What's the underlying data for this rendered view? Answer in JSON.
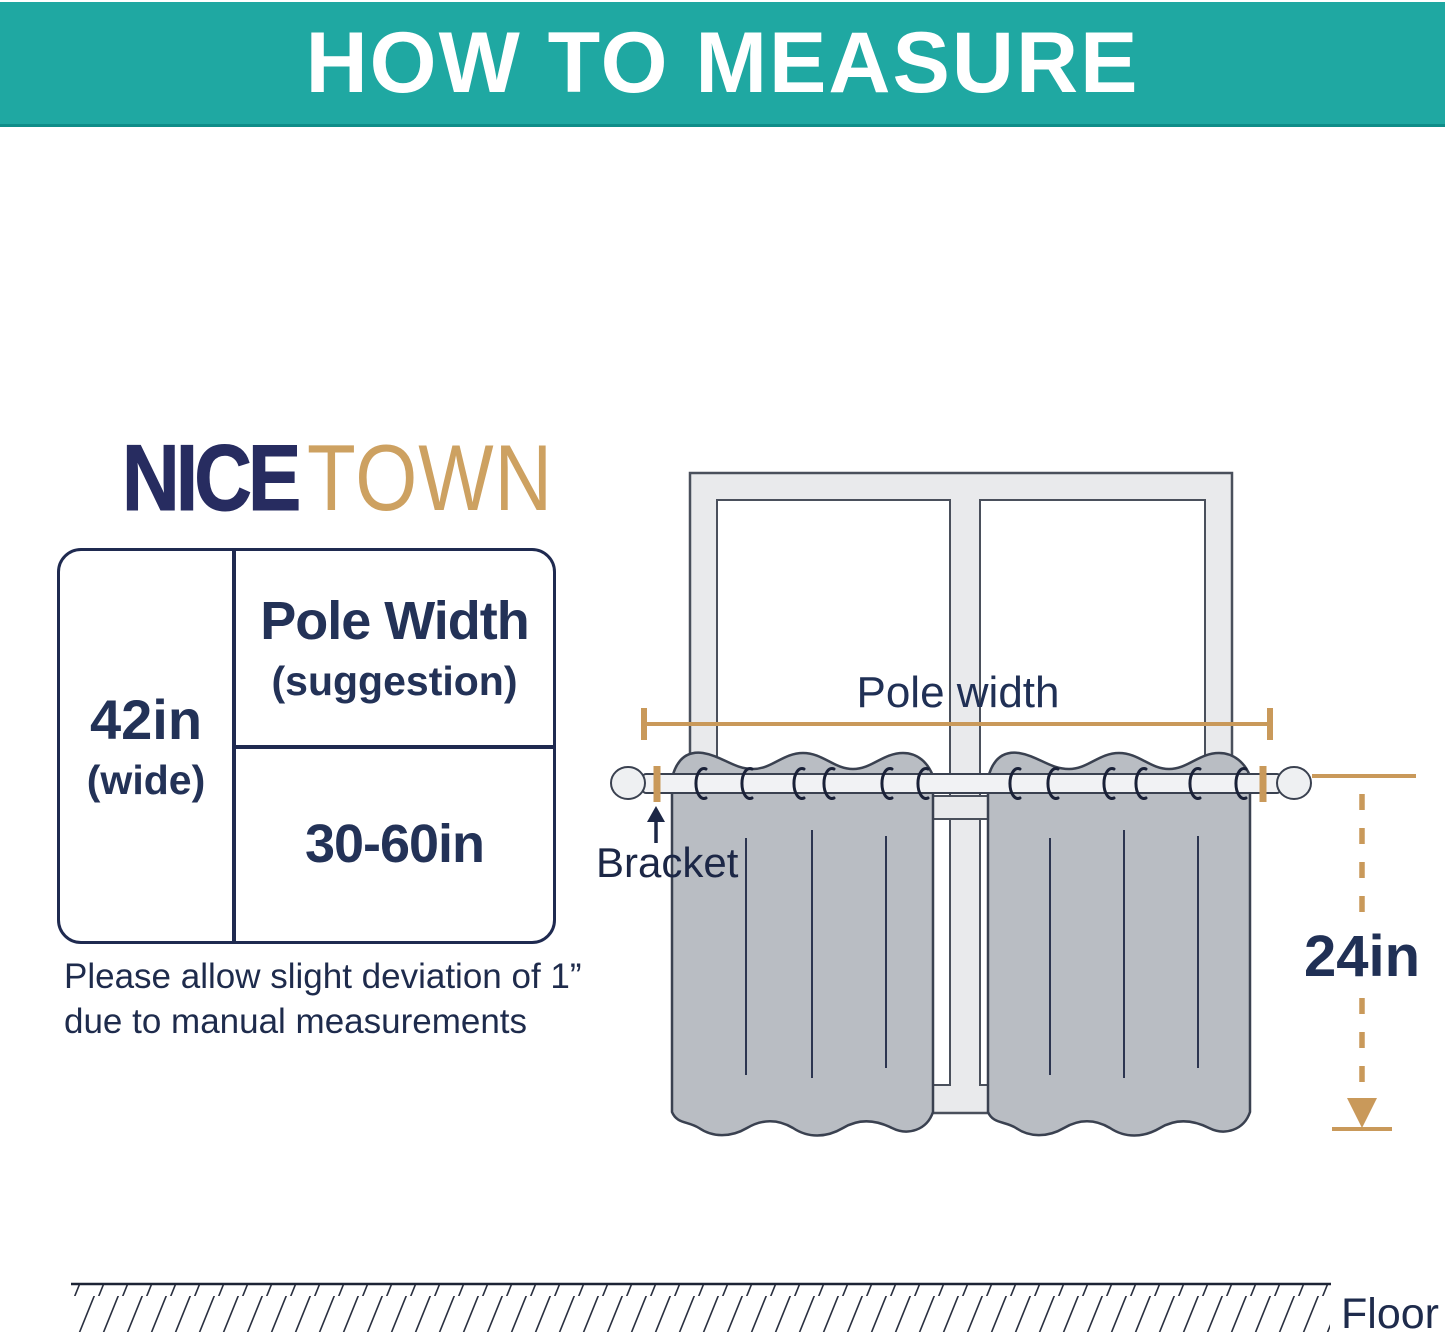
{
  "banner": {
    "title": "HOW TO MEASURE",
    "bg_color": "#1fa8a2",
    "text_color": "#ffffff"
  },
  "logo": {
    "nice": "NICE",
    "town": "TOWN",
    "nice_color": "#272c60",
    "town_color": "#cda161"
  },
  "size_table": {
    "panel_width": "42in",
    "panel_width_note": "(wide)",
    "pole_width_title": "Pole Width",
    "pole_width_note": "(suggestion)",
    "pole_width_range": "30-60in",
    "border_color": "#1f2a50"
  },
  "note": {
    "line1": "Please allow slight deviation of 1”",
    "line2": "due to manual measurements"
  },
  "diagram": {
    "pole_width_label": "Pole width",
    "bracket_label": "Bracket",
    "drop_length_label": "24in",
    "floor_label": "Floor",
    "gold_color": "#c9995a",
    "navy_color": "#203055",
    "curtain_color": "#b9bdc3",
    "window_frame_color": "#e9eaec"
  }
}
